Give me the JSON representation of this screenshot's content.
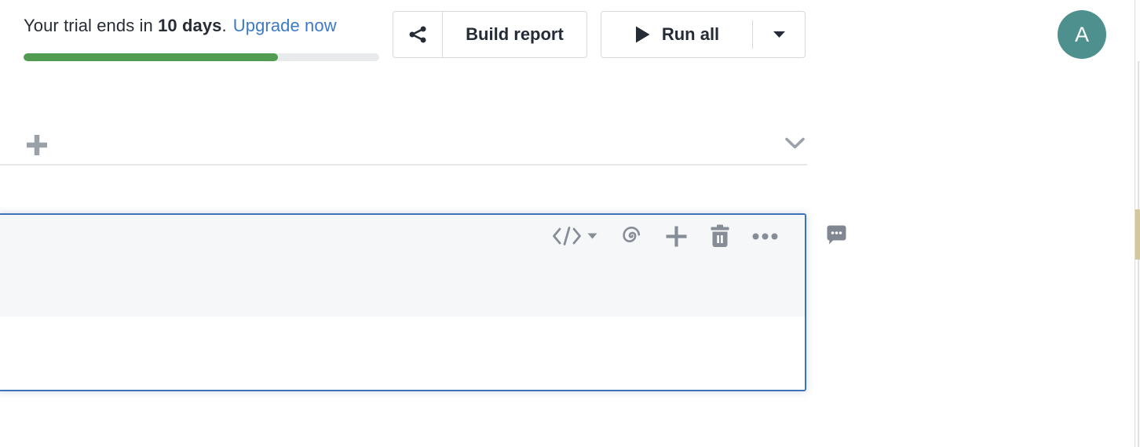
{
  "trial_banner": {
    "prefix": "Your trial ends in ",
    "days_bold": "10 days",
    "suffix": ".",
    "upgrade_link_label": "Upgrade now",
    "progress_percent": 71.5
  },
  "header_actions": {
    "build_report_label": "Build report",
    "run_all_label": "Run all"
  },
  "avatar": {
    "initial": "A"
  },
  "icons": {
    "share": "share-icon",
    "play": "play-icon",
    "run_options": "chevron-down-icon",
    "add_cell": "plus-icon",
    "collapse_section": "chevron-down-icon",
    "cell_type": "code-brackets-icon",
    "cell_type_caret": "caret-down-icon",
    "magic": "spiral-magic-icon",
    "add_block": "plus-icon",
    "delete": "trash-icon",
    "more": "ellipsis-icon",
    "comment": "comment-bubble-icon",
    "minimap_marker": "selected-cell-marker"
  },
  "colors": {
    "accent_border_blue": "#3b73b6",
    "link_blue": "#3b7ac6",
    "progress_green": "#4f9b52",
    "toolbar_icon_gray": "#868d96",
    "muted_icon_gray": "#9ba1a9",
    "dark_slate": "#262c36",
    "cell_header_bg": "#f6f7f9",
    "minimap_marker_tan": "#d5c79d",
    "avatar_teal": "#4e908e"
  }
}
